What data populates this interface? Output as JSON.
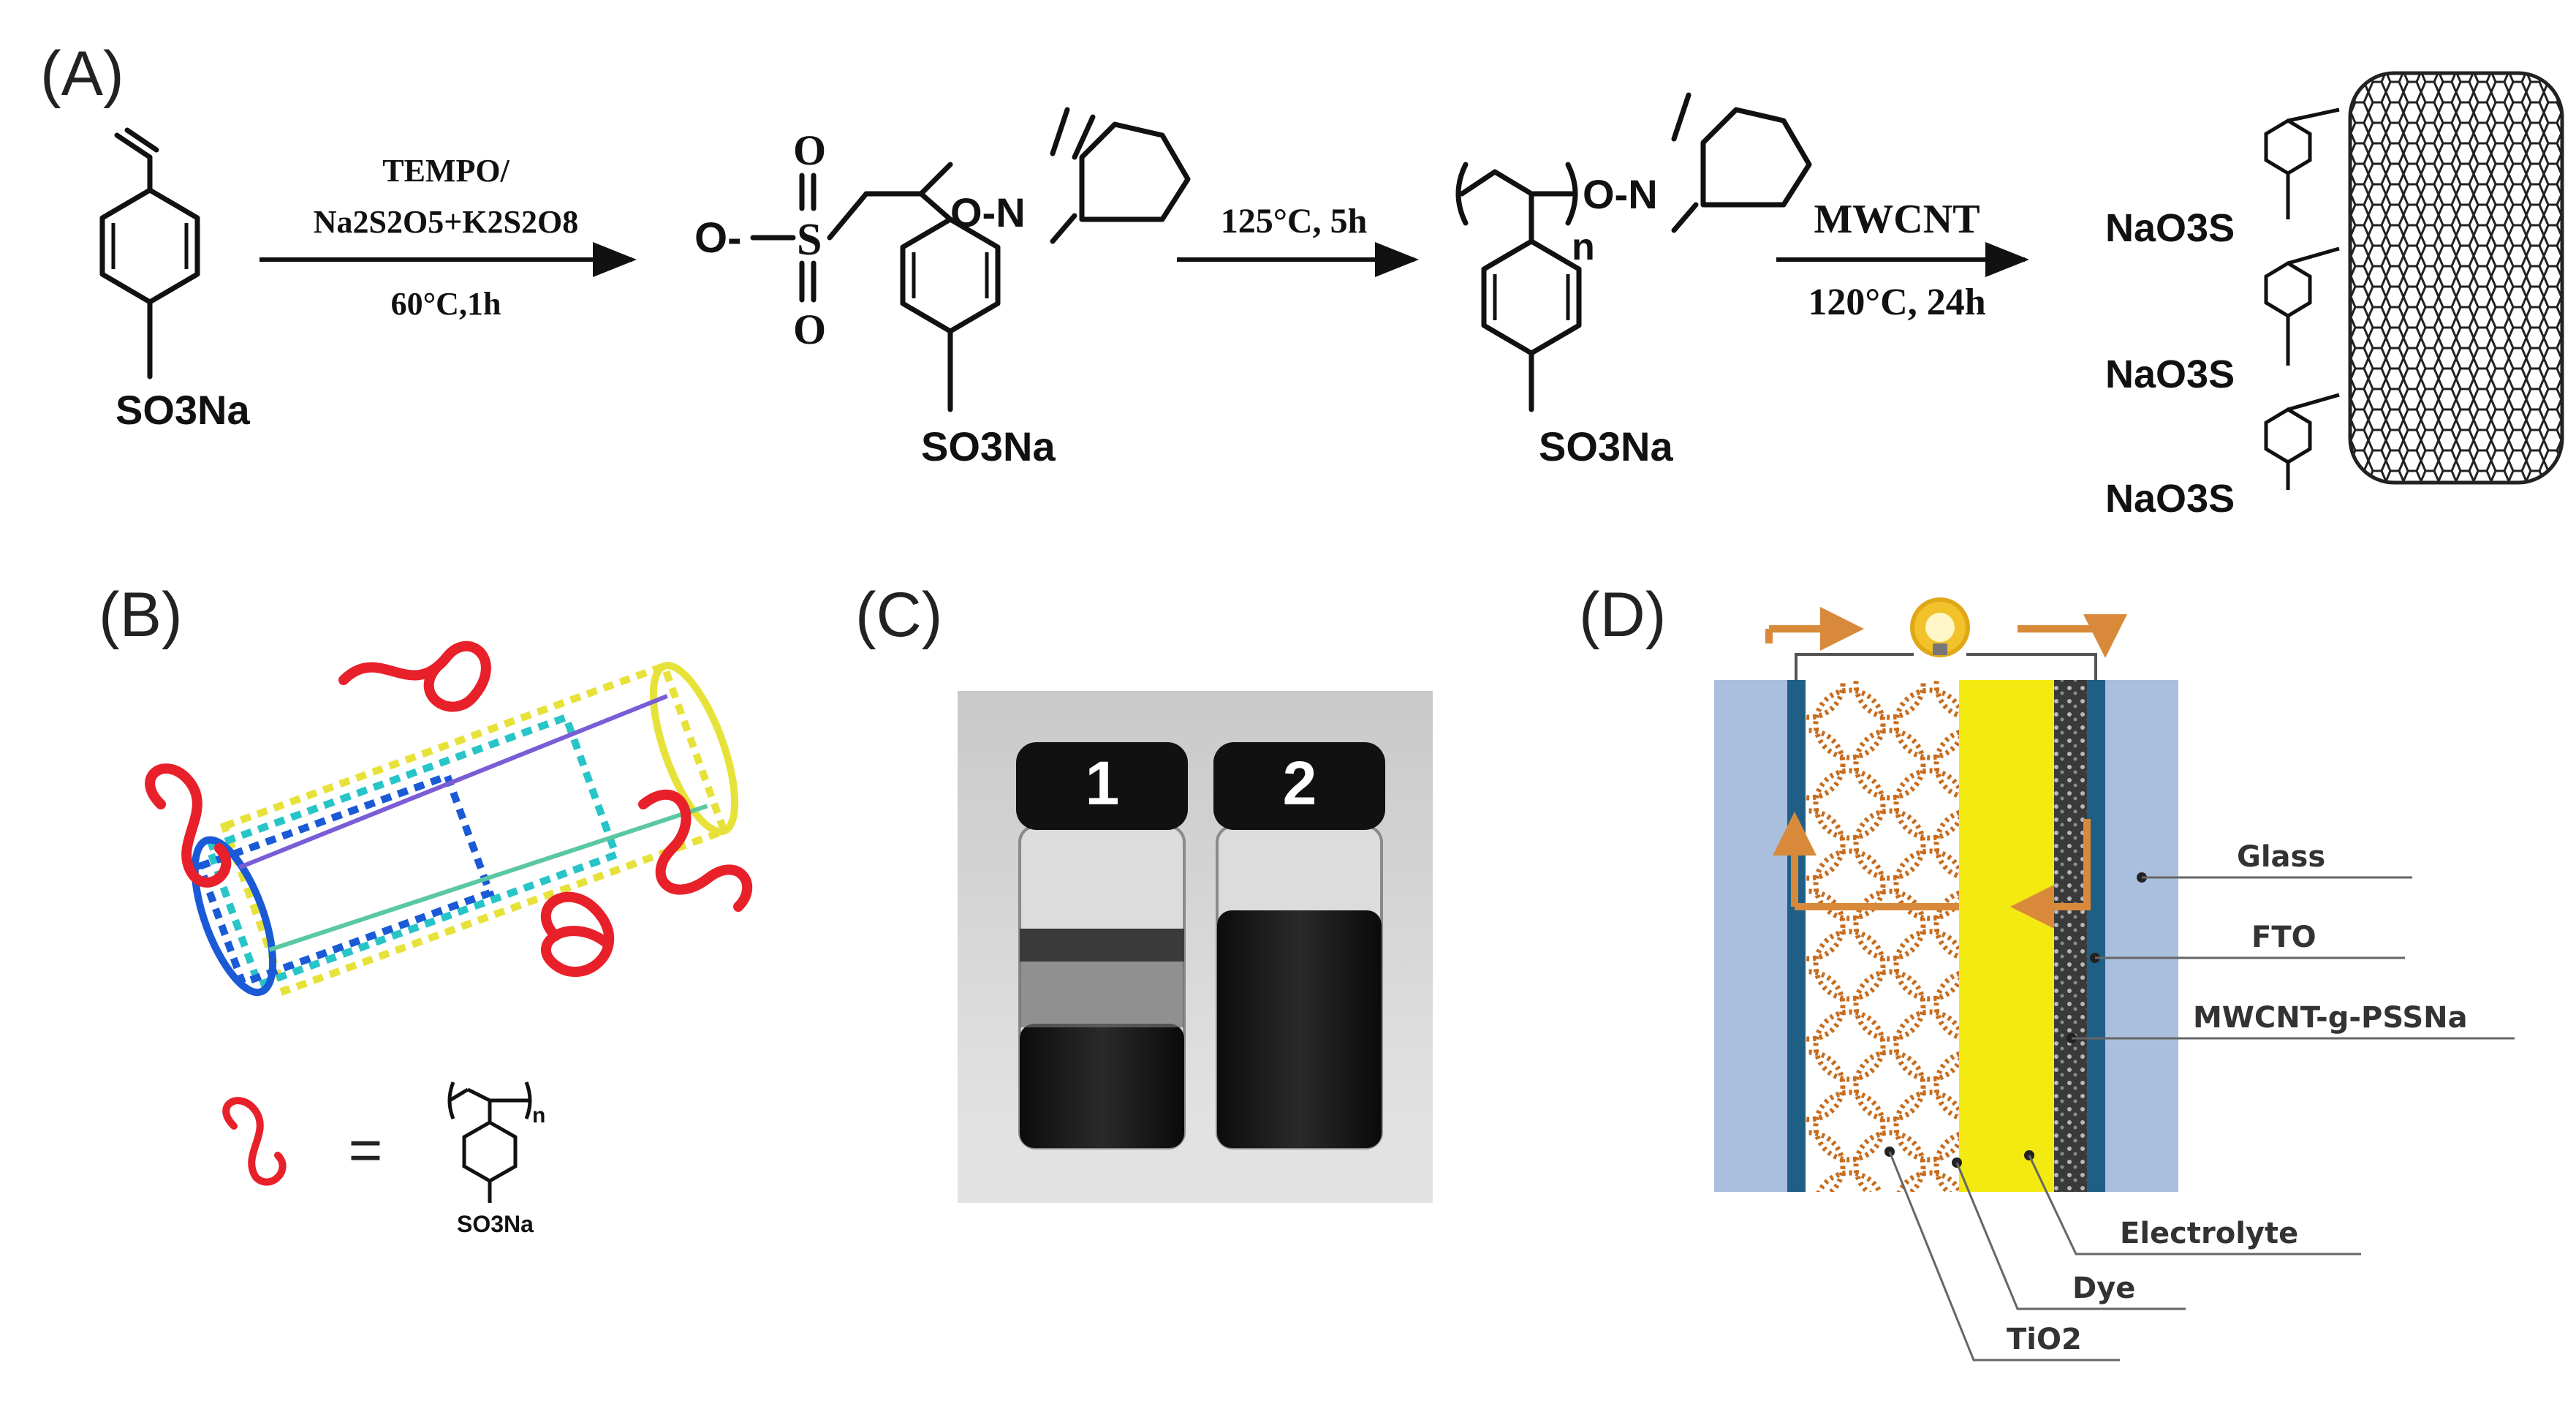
{
  "panels": {
    "A": "(A)",
    "B": "(B)",
    "C": "(C)",
    "D": "(D)"
  },
  "scheme": {
    "monomer_group": "SO3Na",
    "step1": {
      "reagent_line1": "TEMPO/",
      "reagent_line2": "Na2S2O5+K2S2O8",
      "condition": "60°C,1h"
    },
    "intermediate": {
      "anion": "O-",
      "sulfur": "S",
      "oxo_top": "O",
      "oxo_bottom": "O",
      "aminoxy": "O-N",
      "group": "SO3Na"
    },
    "step2": {
      "condition": "125°C, 5h"
    },
    "polymer": {
      "aminoxy": "O-N",
      "repeat": "n",
      "group": "SO3Na"
    },
    "step3": {
      "reagent": "MWCNT",
      "condition": "120°C, 24h"
    },
    "product": {
      "labels": [
        "NaO3S",
        "NaO3S",
        "NaO3S"
      ]
    }
  },
  "panel_b": {
    "equals": "=",
    "repeat": "n",
    "group": "SO3Na",
    "colors": {
      "polymer_coil": "#e8202a",
      "tube_front": "#1a5ad6",
      "tube_mid": "#27c4c8",
      "tube_back": "#e7e23a"
    }
  },
  "panel_c": {
    "vial_labels": [
      "1",
      "2"
    ]
  },
  "panel_d": {
    "legend": [
      "Glass",
      "FTO",
      "MWCNT-g-PSSNa",
      "Electrolyte",
      "Dye",
      "TiO2"
    ],
    "colors": {
      "glass": "#a9bfdd",
      "fto": "#1f5f86",
      "electrolyte": "#f3ea12",
      "tio2": "#c76c1e",
      "arrow": "#d88a3a",
      "bulb": "#f1c22a"
    }
  }
}
